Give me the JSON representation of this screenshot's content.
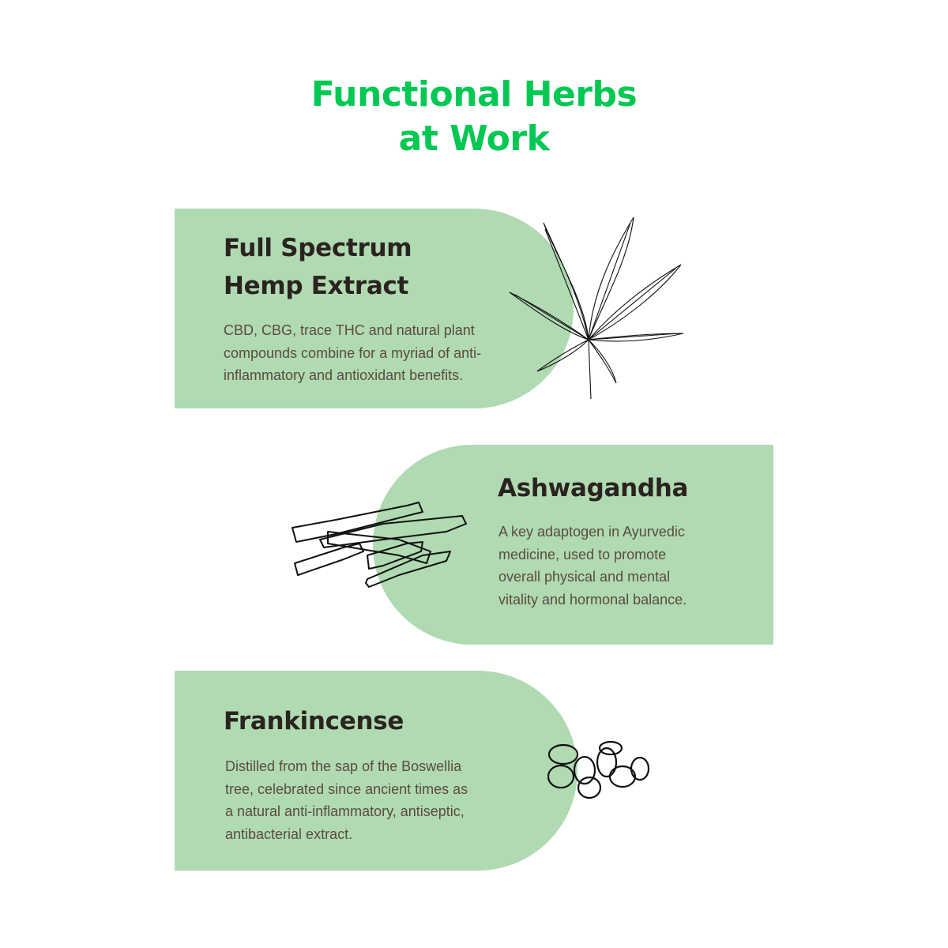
{
  "title": {
    "line1": "Functional Herbs",
    "line2": "at Work"
  },
  "colors": {
    "title": "#00c853",
    "card": "#b0dab2",
    "heading": "#2a2320",
    "body": "#5b4a42"
  },
  "herbs": [
    {
      "heading_line1": "Full Spectrum",
      "heading_line2": "Hemp Extract",
      "description": [
        "CBD, CBG, trace THC and natural plant",
        "compounds combine for a myriad of anti-",
        "inflammatory and antioxidant benefits."
      ],
      "icon": "hemp-leaf-icon"
    },
    {
      "heading_line1": "Ashwagandha",
      "description": [
        "A key adaptogen in Ayurvedic",
        "medicine, used to promote",
        "overall physical and mental",
        "vitality and hormonal balance."
      ],
      "icon": "ashwagandha-root-icon"
    },
    {
      "heading_line1": "Frankincense",
      "description": [
        "Distilled from the sap of the Boswellia",
        "tree, celebrated since ancient times as",
        "a natural anti-inflammatory, antiseptic,",
        "antibacterial extract."
      ],
      "icon": "frankincense-resin-icon"
    }
  ]
}
